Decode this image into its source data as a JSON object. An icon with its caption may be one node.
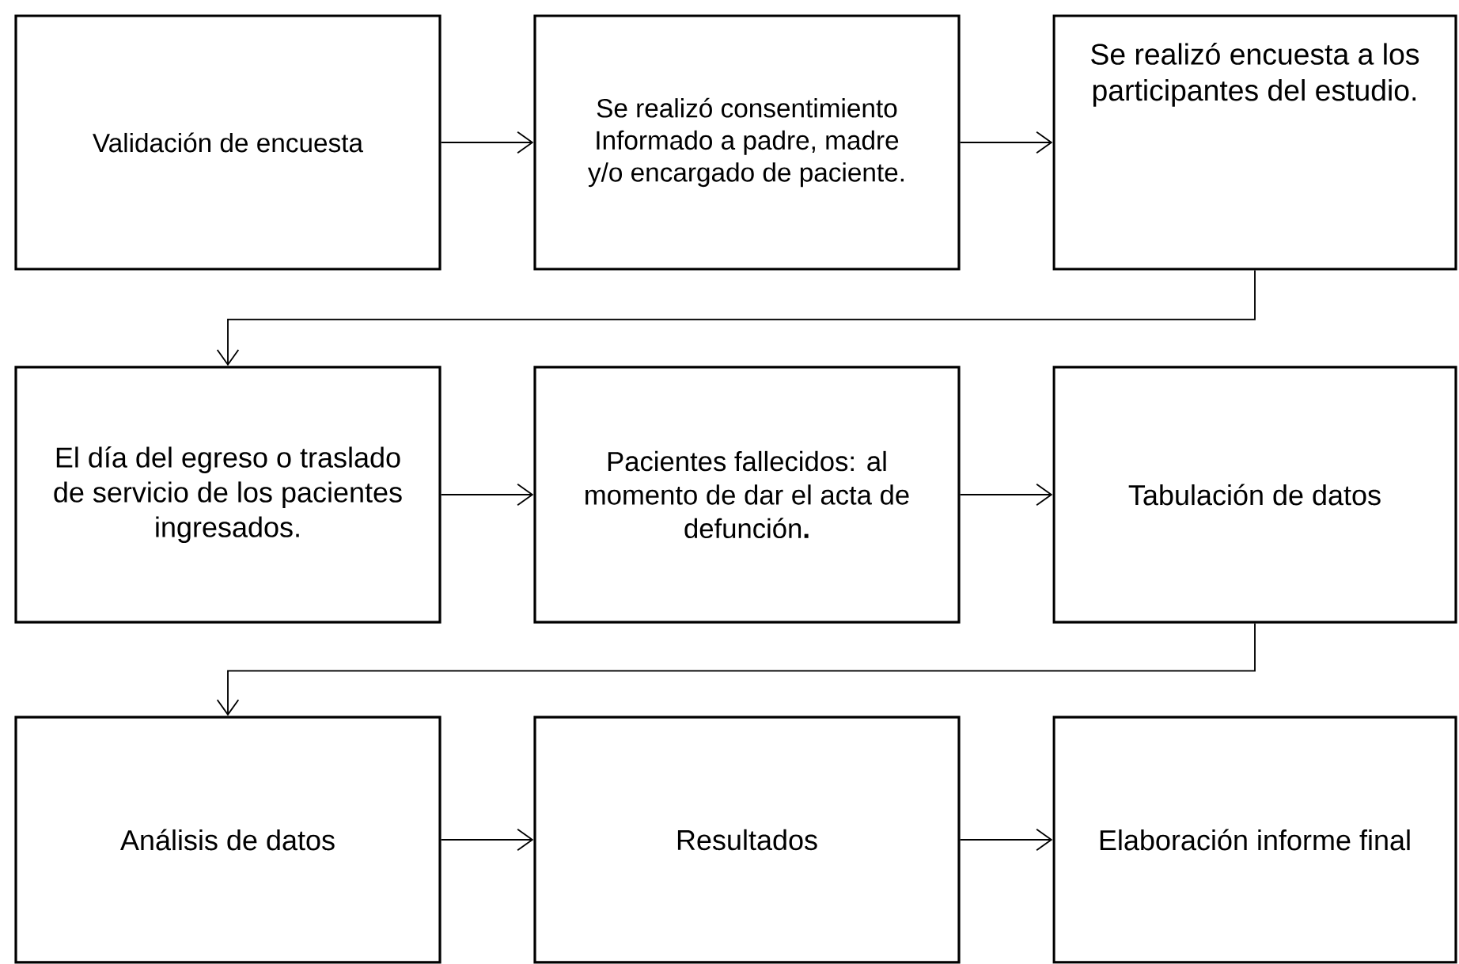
{
  "diagram": {
    "nodes": [
      {
        "text": [
          "Validación de encuesta"
        ]
      },
      {
        "text": [
          "Se realizó consentimiento Informado a padre, madre y/o encargado de paciente."
        ]
      },
      {
        "text": [
          "Se realizó encuesta a los participantes del estudio."
        ]
      },
      {
        "text": [
          "El día del egreso o traslado de servicio de los pacientes ingresados."
        ]
      },
      {
        "text": [
          "Pacientes fallecidos: al momento de dar el acta de defunción**.**"
        ]
      },
      {
        "text": [
          "Tabulación de datos"
        ]
      },
      {
        "text": [
          "Análisis de datos"
        ]
      },
      {
        "text": [
          "Resultados"
        ]
      },
      {
        "text": [
          "Elaboración informe final"
        ]
      }
    ],
    "edges": [
      {
        "from": 0,
        "to": 1,
        "arrow": "to"
      },
      {
        "from": 1,
        "to": 2,
        "arrow": "to"
      },
      {
        "from": 2,
        "to": 3,
        "arrow": "to"
      },
      {
        "from": 3,
        "to": 4,
        "arrow": "to"
      },
      {
        "from": 4,
        "to": 5,
        "arrow": "to"
      },
      {
        "from": 5,
        "to": 6,
        "arrow": "to"
      },
      {
        "from": 6,
        "to": 7,
        "arrow": "to"
      },
      {
        "from": 7,
        "to": 8,
        "arrow": "to"
      }
    ]
  }
}
